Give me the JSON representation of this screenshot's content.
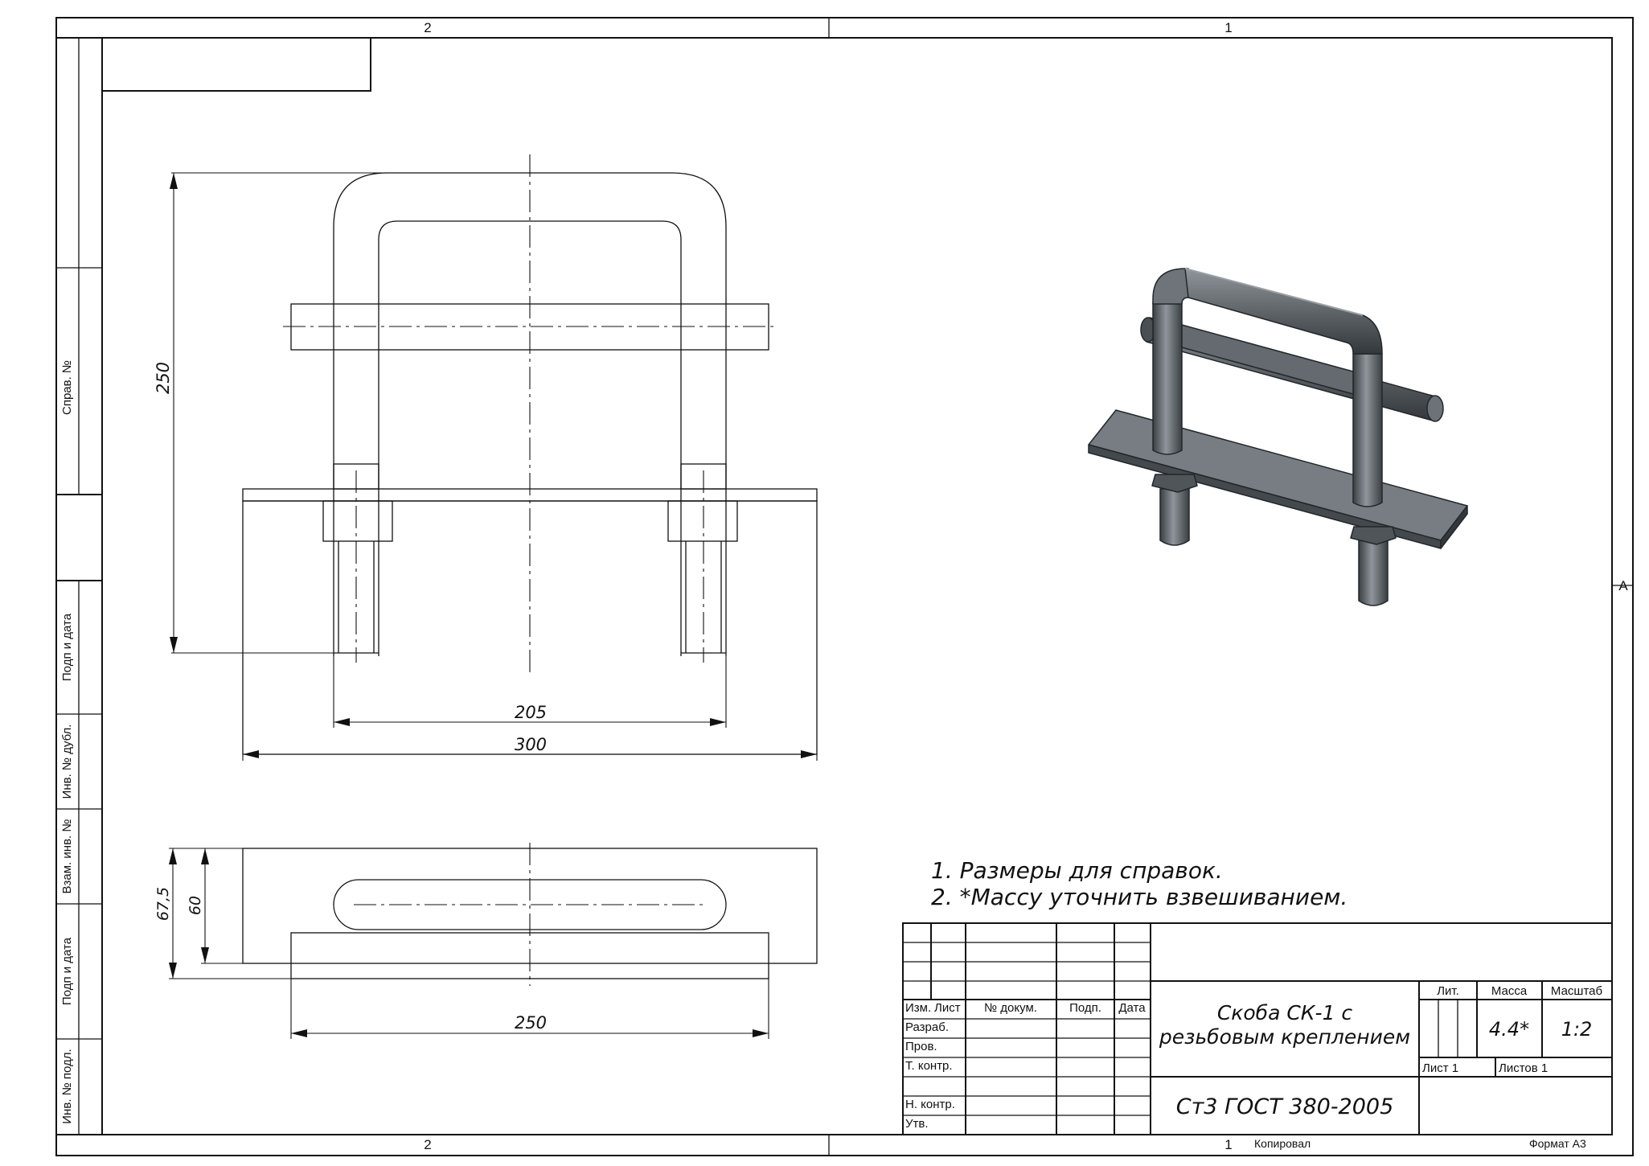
{
  "zones": {
    "top_left": "2",
    "top_right": "1",
    "bottom_left": "2",
    "bottom_right": "1",
    "right_mid": "A"
  },
  "side_stamp": {
    "sprav": "Справ. №",
    "podp_data_1": "Подп и дата",
    "inv_dubl": "Инв. № дубл.",
    "vzam_inv": "Взам. инв. №",
    "podp_data_2": "Подп и дата",
    "inv_podl": "Инв. № подл."
  },
  "dimensions": {
    "height": "250",
    "inner_width": "205",
    "total_width": "300",
    "side_h1": "67,5",
    "side_h2": "60",
    "plate_length": "250"
  },
  "notes": [
    "1.   Размеры для справок.",
    "2.    *Массу уточнить взвешиванием."
  ],
  "title_block": {
    "headers": {
      "izm": "Изм.",
      "list": "Лист",
      "dokum": "№ докум.",
      "podp": "Подп.",
      "data": "Дата"
    },
    "rows": {
      "razrab": "Разраб.",
      "prov": "Пров.",
      "t_kontr": "Т. контр.",
      "n_kontr": "Н. контр.",
      "utv": "Утв."
    },
    "title_line1": "Скоба СК-1 с",
    "title_line2": "резьбовым креплением",
    "material": "Ст3 ГОСТ 380-2005",
    "lit_label": "Лит.",
    "massa_label": "Масса",
    "masshtab_label": "Масштаб",
    "massa_value": "4.4*",
    "scale_value": "1:2",
    "sheet": "Лист 1",
    "sheets": "Листов 1"
  },
  "footer": {
    "copied": "Копировал",
    "format": "Формат А3"
  },
  "colors": {
    "line": "#111111",
    "metal": "#5b6064",
    "metal_light": "#8f959a",
    "metal_dark": "#33383c"
  }
}
